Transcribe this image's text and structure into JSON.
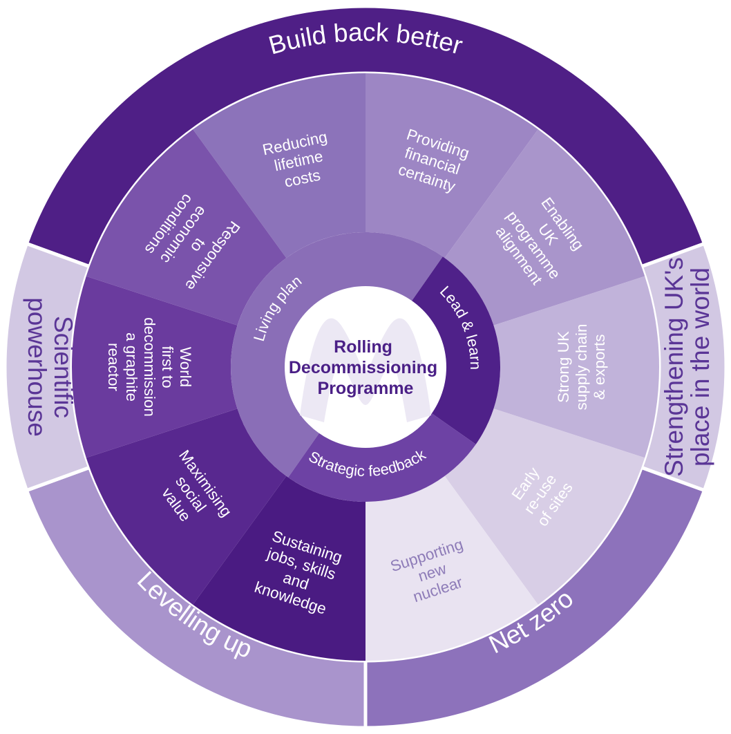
{
  "center": {
    "title_lines": [
      "Rolling",
      "Decommissioning",
      "Programme"
    ],
    "color": "#4a1f86",
    "background": "#ffffff",
    "logo_tint": "#ece8f4"
  },
  "inner_ring": [
    {
      "label": "Living plan",
      "color": "#8a6eb7",
      "text_color": "#ffffff"
    },
    {
      "label": "Lead & learn",
      "color": "#4f2189",
      "text_color": "#ffffff"
    },
    {
      "label": "Strategic feedback",
      "color": "#6d42a4",
      "text_color": "#ffffff"
    }
  ],
  "middle_ring": [
    {
      "lines": [
        "Reducing",
        "lifetime",
        "costs"
      ],
      "color": "#8c73ba",
      "text_color": "#ffffff"
    },
    {
      "lines": [
        "Providing",
        "financial",
        "certainty"
      ],
      "color": "#9d86c4",
      "text_color": "#ffffff"
    },
    {
      "lines": [
        "Enabling",
        "UK",
        "programme",
        "alignment"
      ],
      "color": "#a995cb",
      "text_color": "#ffffff"
    },
    {
      "lines": [
        "Strong UK",
        "supply chain",
        "& exports"
      ],
      "color": "#c1b3da",
      "text_color": "#ffffff"
    },
    {
      "lines": [
        "Early",
        "re-use",
        "of sites"
      ],
      "color": "#d8cee6",
      "text_color": "#ffffff"
    },
    {
      "lines": [
        "Supporting",
        "new",
        "nuclear"
      ],
      "color": "#e9e3f1",
      "text_color": "#8e7cb8"
    },
    {
      "lines": [
        "Sustaining",
        "jobs, skills",
        "and",
        "knowledge"
      ],
      "color": "#4a1b82",
      "text_color": "#ffffff"
    },
    {
      "lines": [
        "Maximising",
        "social",
        "value"
      ],
      "color": "#58288f",
      "text_color": "#ffffff"
    },
    {
      "lines": [
        "World",
        "first to",
        "decommission",
        "a graphite",
        "reactor"
      ],
      "color": "#6a3b9e",
      "text_color": "#ffffff"
    },
    {
      "lines": [
        "Responsive",
        "to",
        "economic",
        "conditions"
      ],
      "color": "#7a53ab",
      "text_color": "#ffffff"
    }
  ],
  "outer_ring": [
    {
      "label": "Build back better",
      "color": "#4f1f86",
      "text_color": "#ffffff"
    },
    {
      "lines": [
        "Strengthening UK's",
        "place in the world"
      ],
      "color": "#d2c8e3",
      "text_color": "#5a3596"
    },
    {
      "label": "Net zero",
      "color": "#8d72bb",
      "text_color": "#ffffff"
    },
    {
      "label": "Levelling up",
      "color": "#a994cc",
      "text_color": "#ffffff"
    },
    {
      "lines": [
        "Scientific",
        "powerhouse"
      ],
      "color": "#d2c8e3",
      "text_color": "#5a3596"
    }
  ]
}
